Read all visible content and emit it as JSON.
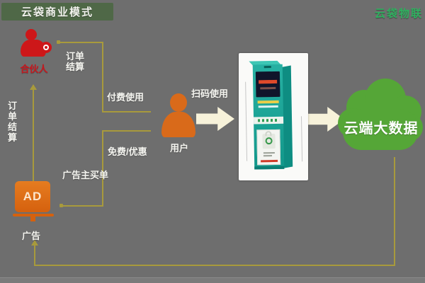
{
  "title": "云袋商业模式",
  "brand": "云袋物联",
  "nodes": {
    "partner": {
      "label": "合伙人"
    },
    "user": {
      "label": "用户"
    },
    "advertiser": {
      "icon_text": "AD",
      "label": "广告"
    },
    "cloud": {
      "label": "云端大数据"
    }
  },
  "labels": {
    "order_settlement_top": "订单结算",
    "order_settlement_side": "订单结算",
    "pay_use": "付费使用",
    "scan_use": "扫码使用",
    "free_or_discount": "免费/优惠",
    "advertiser_pays": "广告主买单"
  },
  "colors": {
    "background": "#6e6e6e",
    "title_bg": "#4f6847",
    "brand_green": "#2fb05f",
    "partner_red": "#c8161d",
    "user_orange": "#d96a1a",
    "ad_orange": "#d5610e",
    "cloud_green": "#55a637",
    "connector_olive": "#a89a3c",
    "arrow_cream": "#f7f2da"
  }
}
